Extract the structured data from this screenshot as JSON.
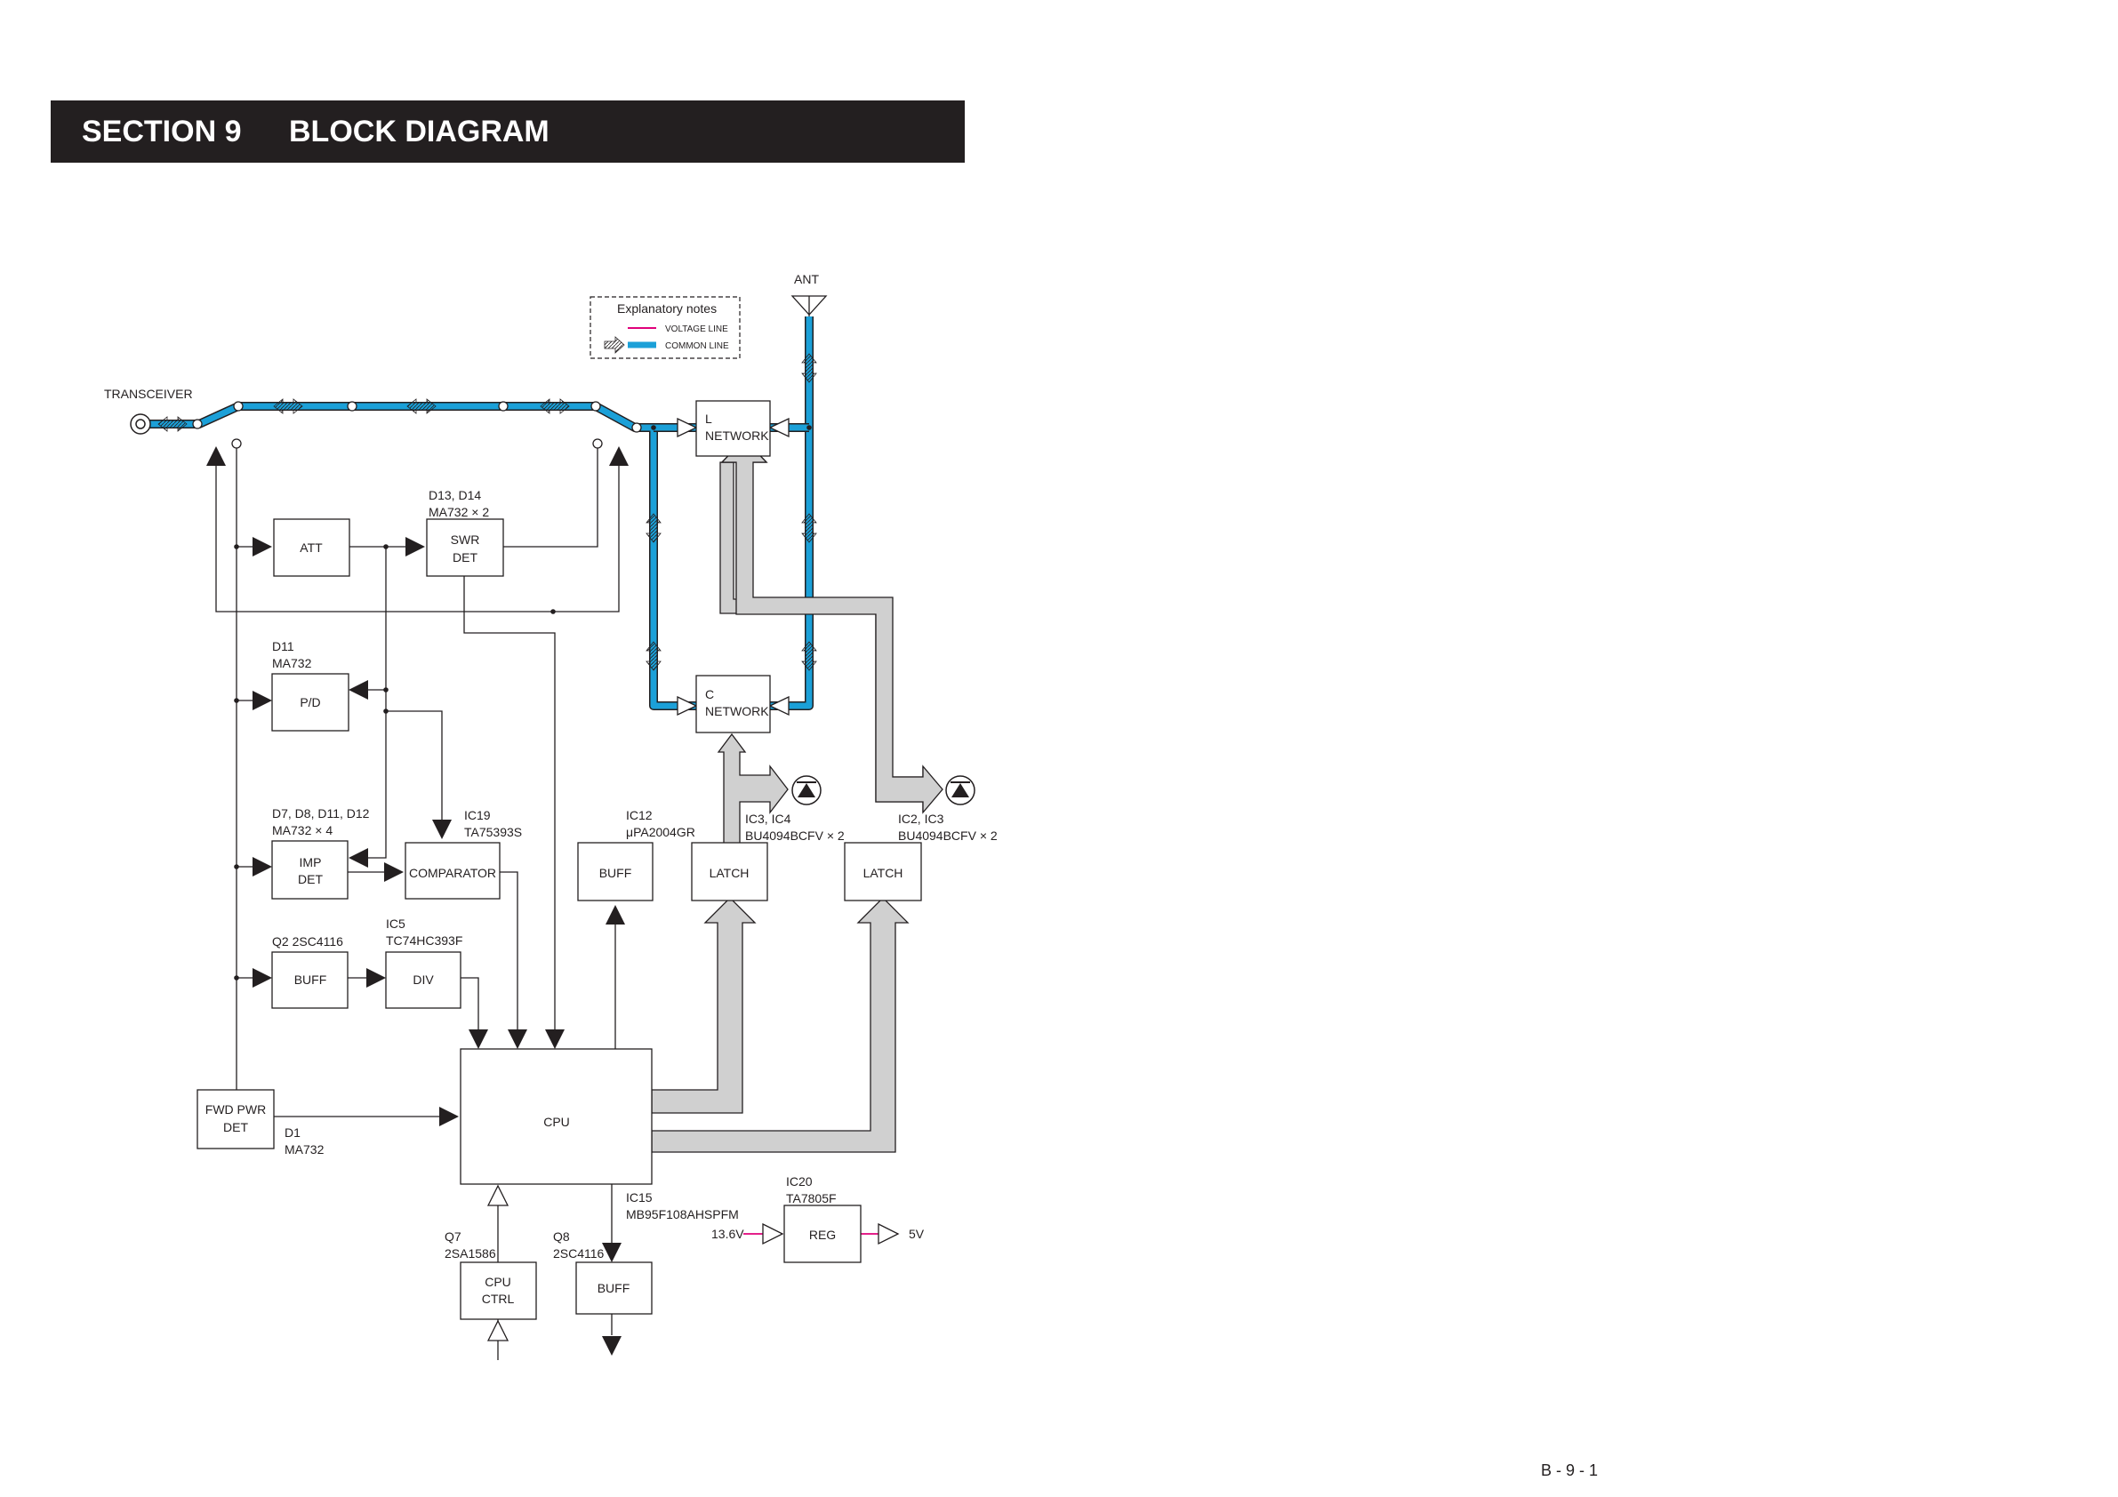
{
  "header": {
    "section": "SECTION 9",
    "title": "BLOCK DIAGRAM"
  },
  "page_number": "B - 9 - 1",
  "legend": {
    "title": "Explanatory notes",
    "voltage_line": "VOLTAGE LINE",
    "common_line": "COMMON LINE",
    "voltage_color": "#e0007a",
    "common_color": "#1ba0d8"
  },
  "labels": {
    "ant": "ANT",
    "transceiver": "TRANSCEIVER",
    "d13_d14": "D13, D14",
    "ma732x2": "MA732 × 2",
    "d11": "D11",
    "ma732": "MA732",
    "d7_d12": "D7, D8, D11, D12",
    "ma732x4": "MA732 × 4",
    "ic19": "IC19",
    "ta75393s": "TA75393S",
    "q2": "Q2 2SC4116",
    "ic5": "IC5",
    "tc74hc393f": "TC74HC393F",
    "ic12": "IC12",
    "upa2004gr": "μPA2004GR",
    "ic3_ic4": "IC3, IC4",
    "bu4094_a": "BU4094BCFV × 2",
    "ic2_ic3": "IC2, IC3",
    "bu4094_b": "BU4094BCFV × 2",
    "d1": "D1",
    "d1_part": "MA732",
    "ic15": "IC15",
    "mb95": "MB95F108AHSPFM",
    "q7": "Q7",
    "q7_part": "2SA1586",
    "q8": "Q8",
    "q8_part": "2SC4116",
    "ic20": "IC20",
    "ta7805f": "TA7805F",
    "v13_6": "13.6V",
    "v5": "5V"
  },
  "blocks": {
    "att": "ATT",
    "swr_det_1": "SWR",
    "swr_det_2": "DET",
    "pd": "P/D",
    "imp_det_1": "IMP",
    "imp_det_2": "DET",
    "comparator": "COMPARATOR",
    "buff_q2": "BUFF",
    "div": "DIV",
    "fwd_pwr_det_1": "FWD PWR",
    "fwd_pwr_det_2": "DET",
    "cpu": "CPU",
    "buff_ic12": "BUFF",
    "latch_1": "LATCH",
    "latch_2": "LATCH",
    "l_network_1": "L",
    "l_network_2": "NETWORK",
    "c_network_1": "C",
    "c_network_2": "NETWORK",
    "cpu_ctrl_1": "CPU",
    "cpu_ctrl_2": "CTRL",
    "buff_q8": "BUFF",
    "reg": "REG"
  }
}
